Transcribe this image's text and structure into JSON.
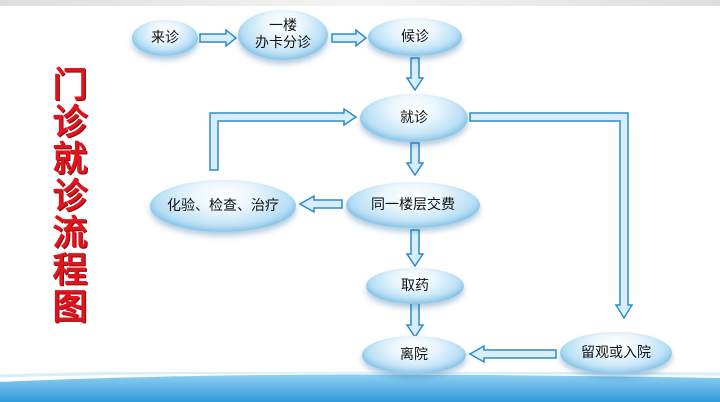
{
  "title": {
    "chars": [
      "门",
      "诊",
      "就",
      "诊",
      "流",
      "程",
      "图"
    ]
  },
  "nodes": {
    "laizhen": "来诊",
    "banka": "一楼\n办卡分诊",
    "houzhen": "候诊",
    "jiuzhen": "就诊",
    "jiaofei": "同一楼层交费",
    "huayan": "化验、检查、治疗",
    "quyao": "取药",
    "liguan": "留观或入院",
    "liyuan": "离院"
  },
  "colors": {
    "title_red": "#e0141c",
    "arrow_blue": "#2d8cc9",
    "arrow_fill": "#d7eefa",
    "node_edge": "#7cc4ea"
  }
}
